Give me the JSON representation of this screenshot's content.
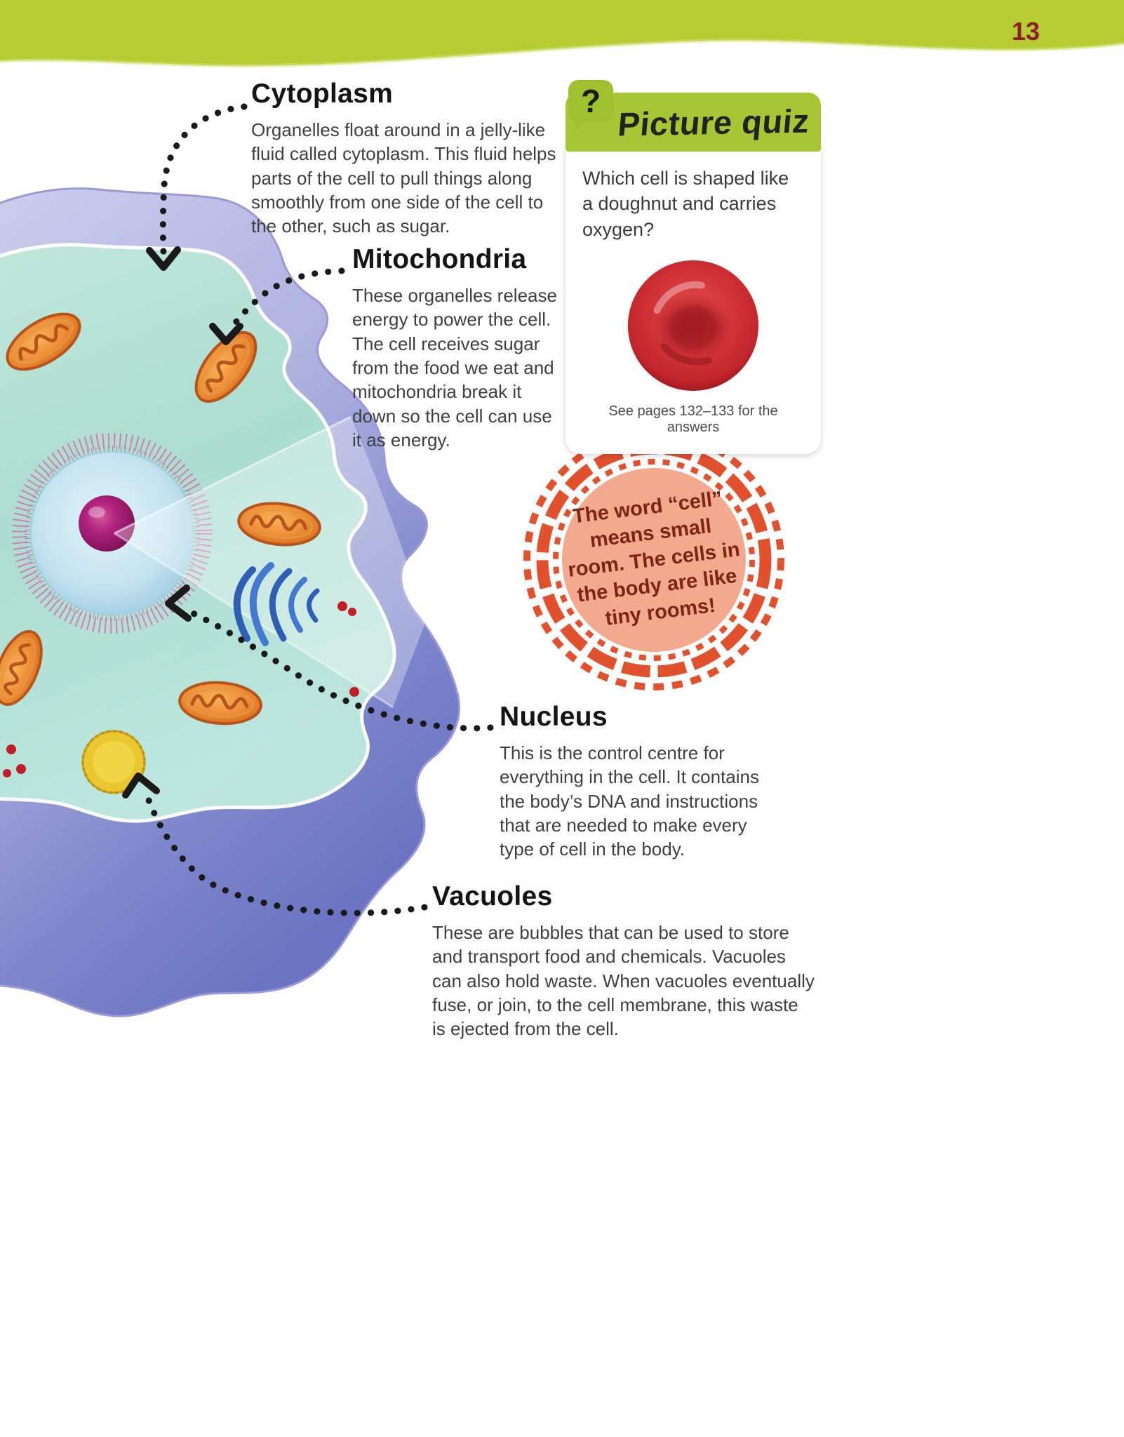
{
  "page": {
    "number": "13"
  },
  "diagram": {
    "labels": {
      "cytoplasm": {
        "title": "Cytoplasm",
        "body": "Organelles float around in a jelly-like fluid called cytoplasm. This fluid helps parts of the cell to pull things along smoothly from one side of the cell to the other, such as sugar."
      },
      "mitochondria": {
        "title": "Mitochondria",
        "body": "These organelles release energy to power the cell. The cell receives sugar from the food we eat and mitochondria break it down so the cell can use it as energy."
      },
      "nucleus": {
        "title": "Nucleus",
        "body": "This is the control centre for everything in the cell. It contains the body’s DNA and instructions that are needed to make every type of cell in the body."
      },
      "vacuoles": {
        "title": "Vacuoles",
        "body": "These are bubbles that can be used to store and transport food and chemicals. Vacuoles can also hold waste. When vacuoles eventually fuse, or join, to the cell membrane, this waste is ejected from the cell."
      }
    }
  },
  "quiz": {
    "icon": "?",
    "title": "Picture quiz",
    "question": "Which cell is shaped like a doughnut and carries oxygen?",
    "image": "red-blood-cell",
    "footnote": "See pages 132–133 for the answers"
  },
  "badge": {
    "text": "The word “cell” means small room. The cells in the body are like tiny rooms!",
    "lines": [
      "The word “cell”",
      "means small",
      "room. The cells in",
      "the body are like",
      "tiny rooms!"
    ]
  },
  "colors": {
    "header_green": "#b7cc33",
    "quiz_green": "#a6c636",
    "badge_orange": "#e2512e",
    "badge_fill": "#f3a98e",
    "badge_text": "#7c2415",
    "page_number": "#8c2022",
    "heading": "#141414",
    "body_text": "#3e3f42"
  }
}
